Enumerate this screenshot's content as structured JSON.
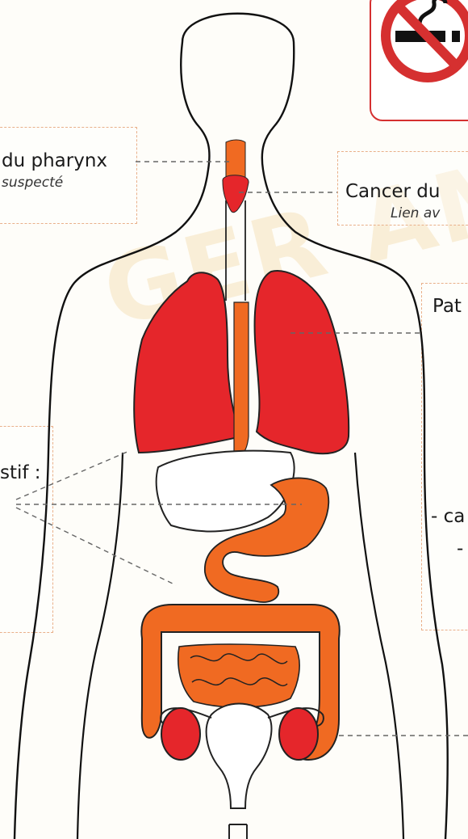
{
  "watermark": "GER AMIAN",
  "labels": {
    "pharynx_title": "du pharynx",
    "pharynx_note": "suspecté",
    "larynx_title": "Cancer du",
    "larynx_note": "Lien av",
    "lungs_title": "Pat",
    "digestive_title": "stif :",
    "ovary_item_1": "- ca",
    "ovary_item_2": "-"
  },
  "icons": {
    "no_smoking": "no-smoking-icon"
  },
  "colors": {
    "lungs": "#e5262b",
    "digestive": "#f06a22",
    "dashed_box": "#e9b08a",
    "sign_red": "#d53030",
    "outline": "#111111"
  }
}
